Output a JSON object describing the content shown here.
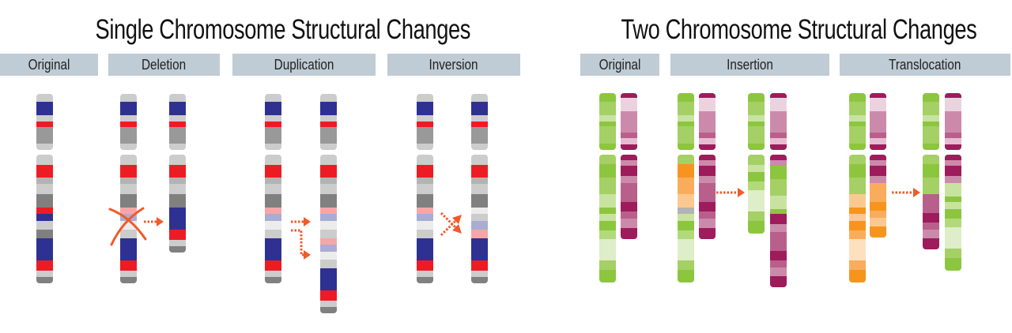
{
  "single": {
    "title": "Single Chromosome Structural Changes",
    "headers": [
      "Original",
      "Deletion",
      "Duplication",
      "Inversion"
    ]
  },
  "two": {
    "title": "Two Chromosome Structural Changes",
    "headers": [
      "Original",
      "Insertion",
      "Translocation"
    ]
  },
  "colors": {
    "arrow": "#f15a29",
    "header_bg": "#bfccd5",
    "navy": "#2e3192",
    "red": "#ed1c24",
    "lt": "#cccccc",
    "gr": "#999999",
    "mg": "#b3b3b3",
    "dk": "#808080",
    "pk": "#f7a6a8",
    "lv": "#a9add4",
    "vl": "#ececec",
    "gD": "#8cc63f",
    "gN": "#a4d065",
    "gP": "#c8e3a0",
    "gL": "#b2d97a",
    "gV": "#ddeec8",
    "mD": "#9e1b5c",
    "mP": "#cc8aab",
    "mL": "#ead3df",
    "mM": "#b95f8c",
    "mE": "#e6bcd0",
    "oD": "#f7941d",
    "oM": "#f9ad5c",
    "oL": "#fbc98f",
    "oP": "#fde0bd",
    "oG": "#b3b3b3"
  }
}
